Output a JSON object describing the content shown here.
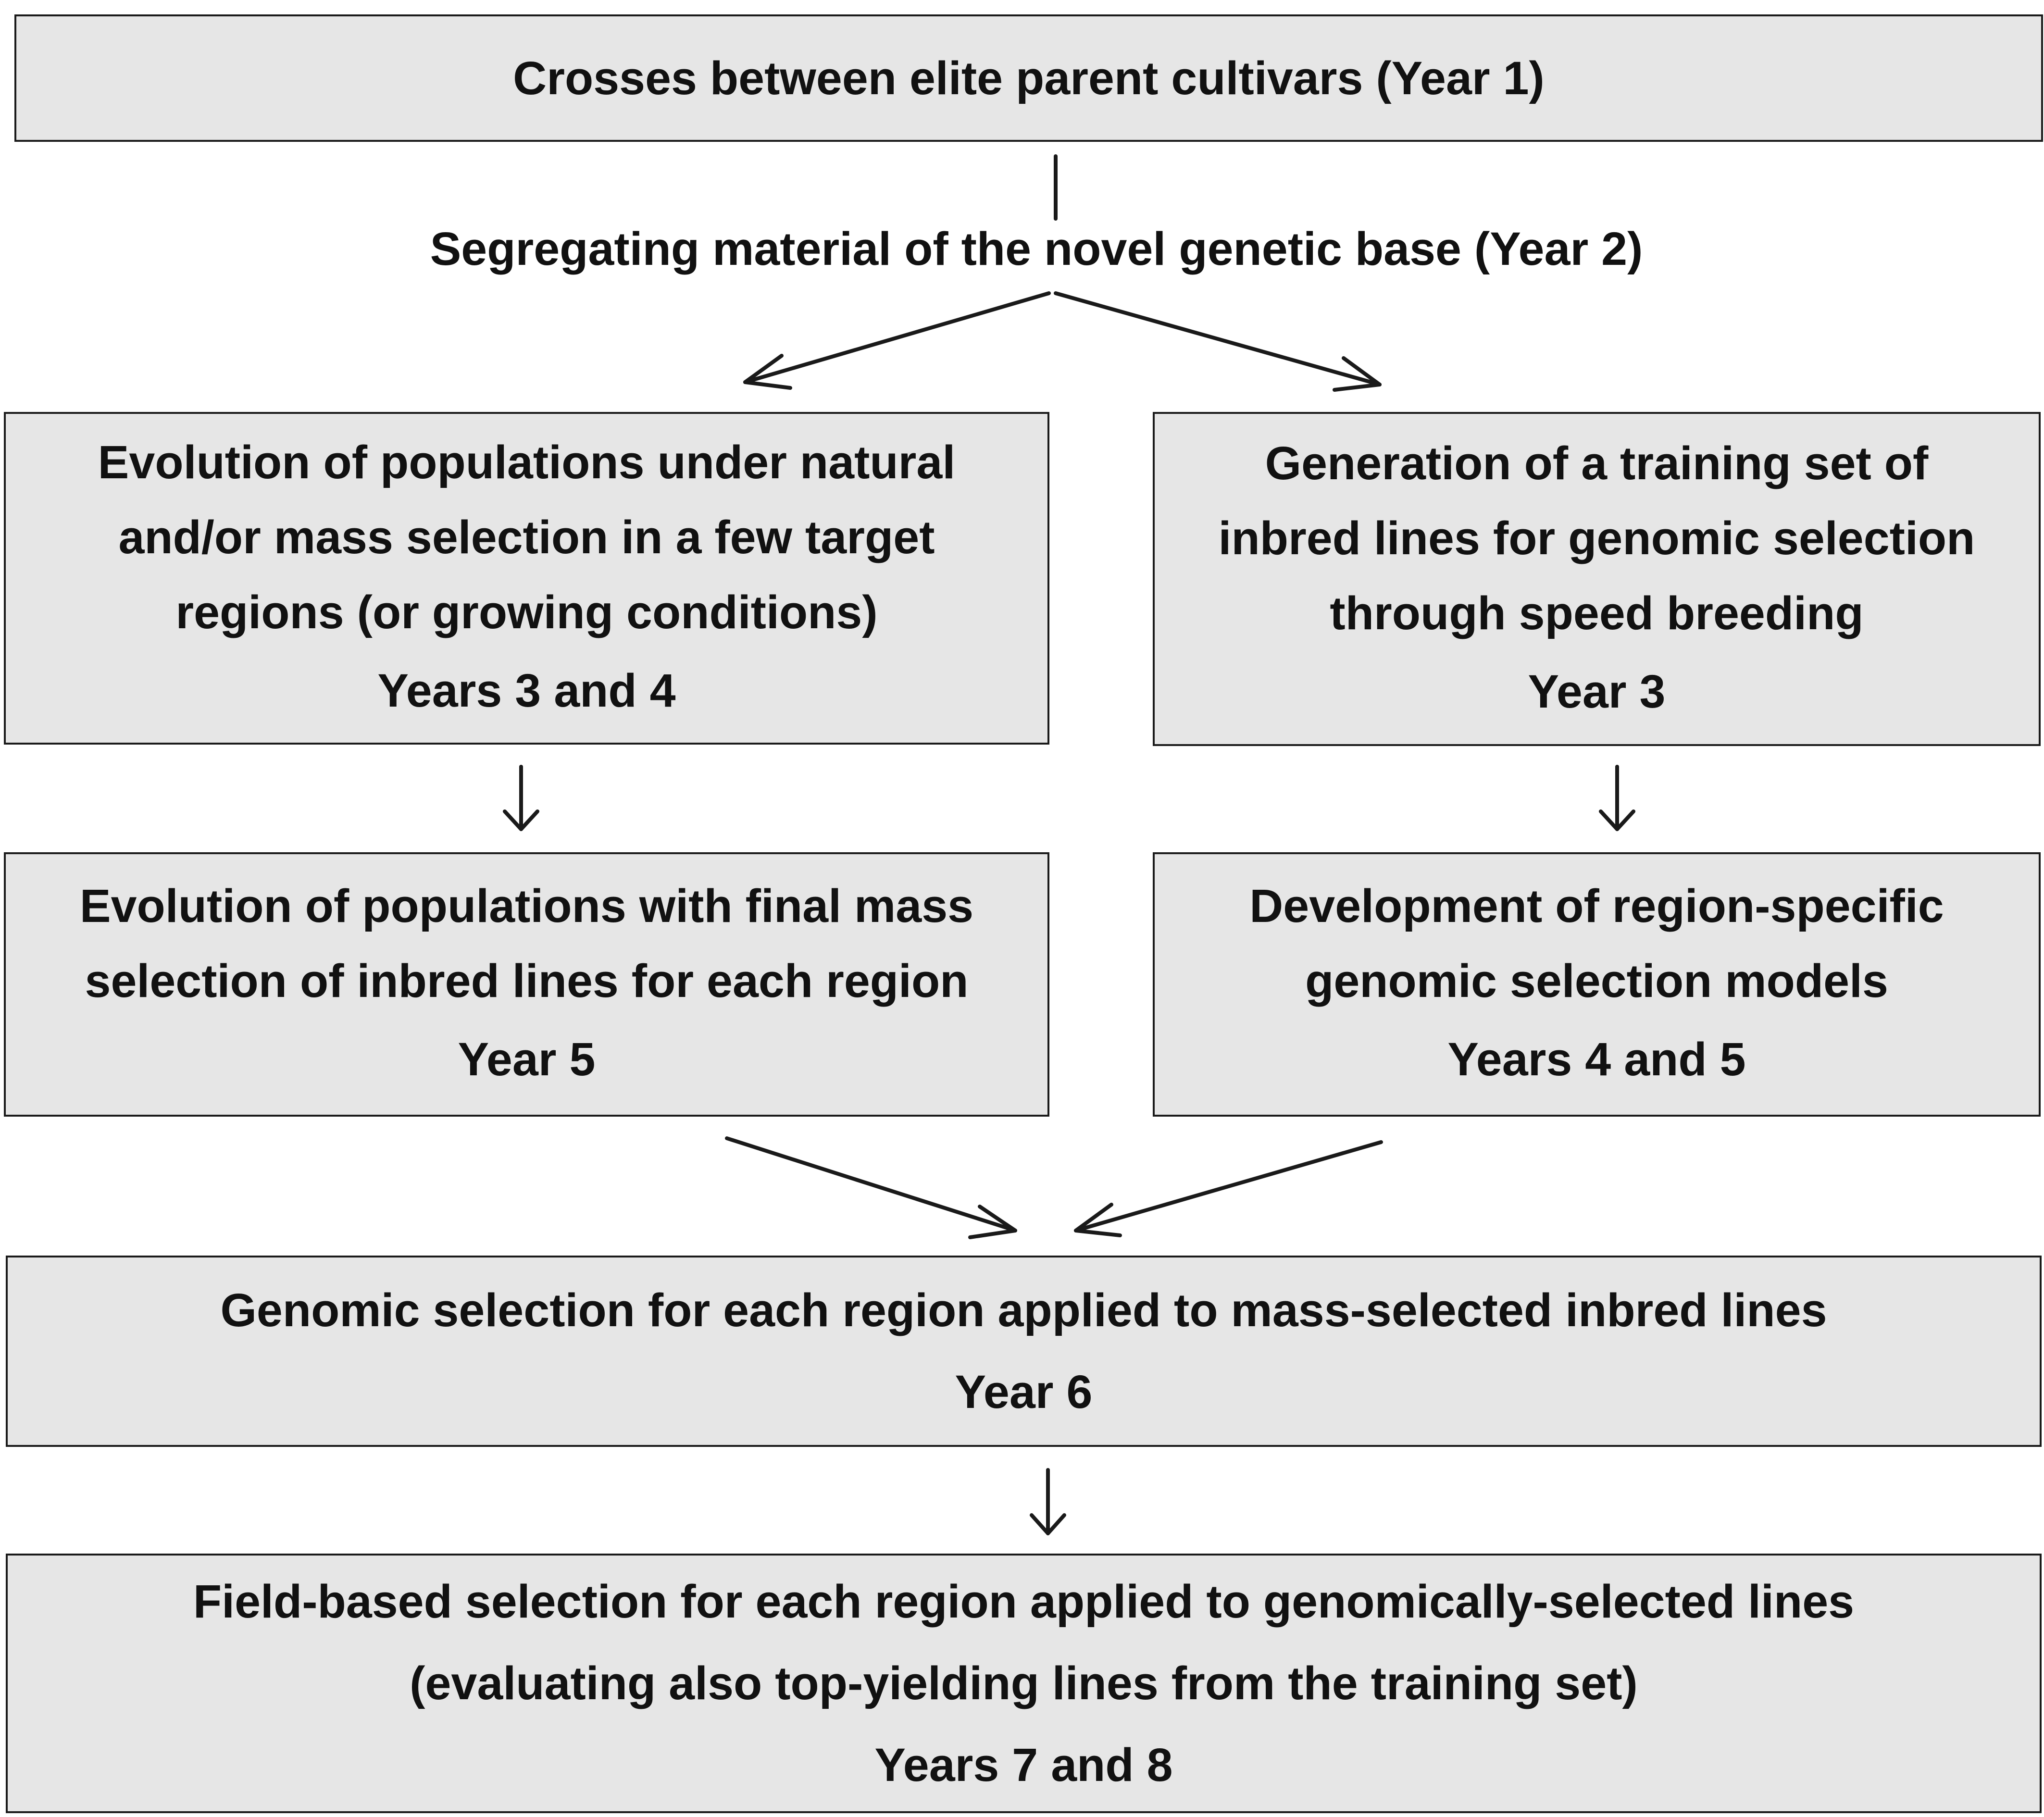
{
  "nodes": {
    "crosses": {
      "lines": [
        "Crosses between elite parent cultivars (Year 1)"
      ]
    },
    "segregating": {
      "label": "Segregating material of the novel genetic base (Year 2)"
    },
    "evolution_natural": {
      "lines": [
        "Evolution of populations under natural",
        "and/or mass selection in a few target",
        "regions (or growing conditions)",
        "Years 3 and 4"
      ]
    },
    "training_set": {
      "lines": [
        "Generation of a training set of",
        "inbred lines for genomic selection",
        "through speed breeding",
        "Year 3"
      ]
    },
    "evolution_final": {
      "lines": [
        "Evolution of populations with final mass",
        "selection of inbred lines for each region",
        "Year 5"
      ]
    },
    "gs_models": {
      "lines": [
        "Development of region-specific",
        "genomic selection models",
        "Years 4 and 5"
      ]
    },
    "genomic_selection": {
      "lines": [
        "Genomic selection for each region applied to mass-selected inbred lines",
        "Year 6"
      ]
    },
    "field_selection": {
      "lines": [
        "Field-based selection for each region applied to genomically-selected lines",
        "(evaluating also top-yielding lines from the training set)",
        "Years 7 and 8"
      ]
    }
  },
  "colors": {
    "box_fill": "#e6e6e6",
    "box_border": "#1a1a1a",
    "text": "#111111"
  }
}
